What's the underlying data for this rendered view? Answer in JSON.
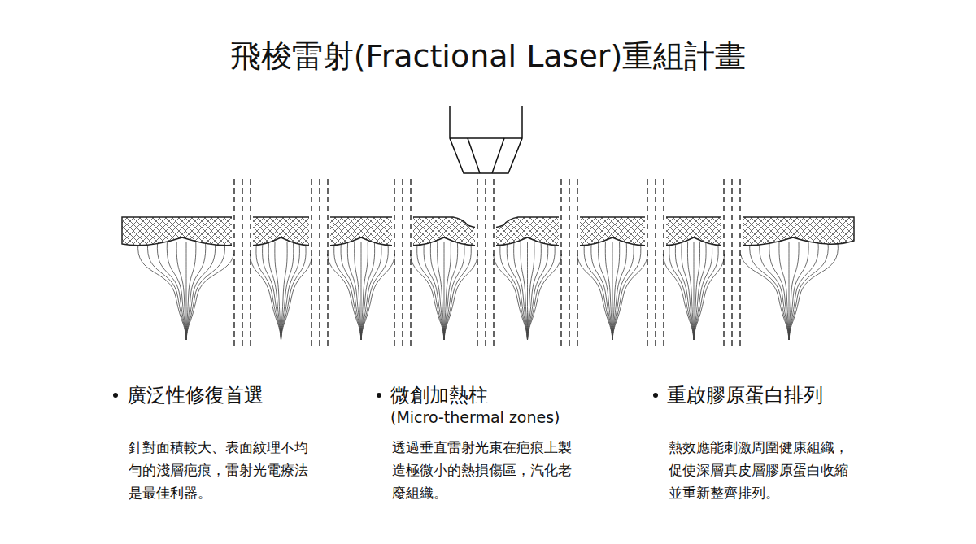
{
  "diagram": {
    "title": "飛梭雷射(Fractional Laser)重組計畫",
    "labels": [
      "廣泛性修復首選",
      "針對面積較大、表面紋理不均 勻的淺層疤痕，雷射光電療法 是最佳利器。",
      "微創加熱柱",
      "(Micro-thermal zones)",
      "透過垂直雷射光束在疤痕上製 造極微小的熱損傷區，汽化老 廢組織。",
      "重啟膠原蛋白排列",
      "熱效應能刺激周圍健康組織， 促使深層真皮層膠原蛋白收縮 並重新整齊排列。"
    ]
  }
}
